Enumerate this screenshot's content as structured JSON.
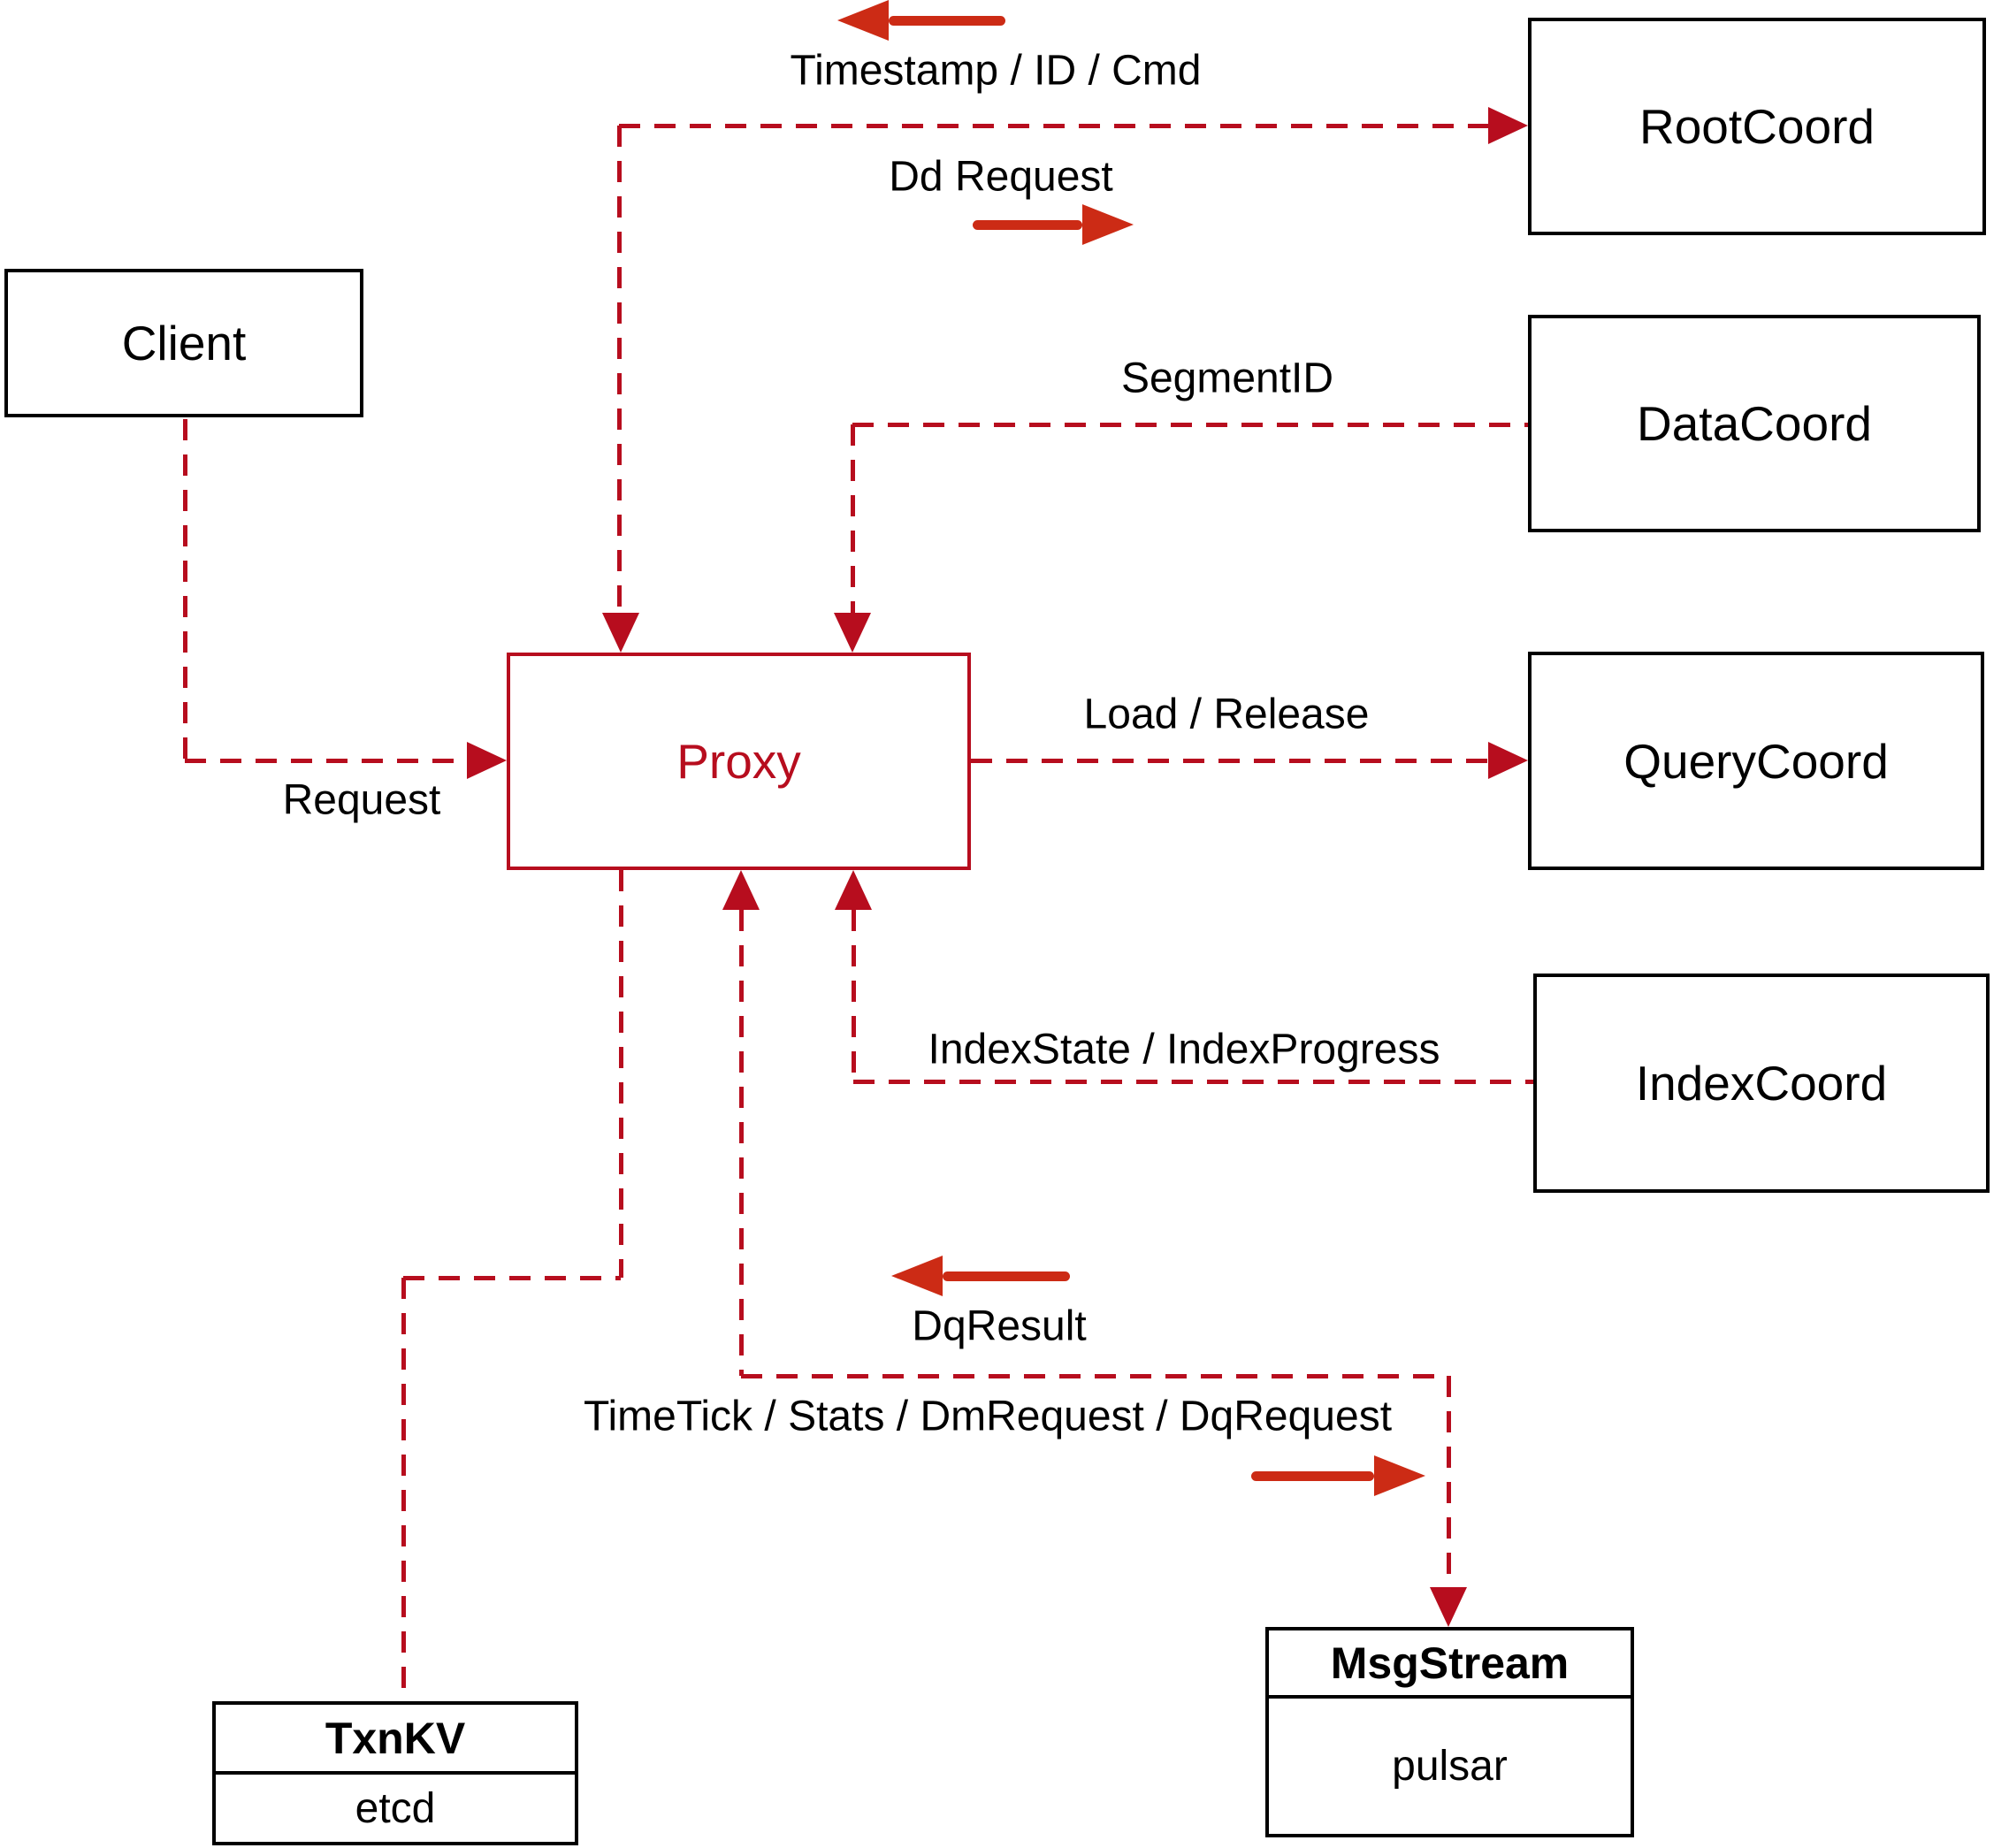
{
  "palette": {
    "crimson": "#b70d1e",
    "arrow_red": "#cc2b15",
    "black": "#000000",
    "background": "#ffffff"
  },
  "nodes": {
    "client": {
      "label": "Client"
    },
    "rootcoord": {
      "label": "RootCoord"
    },
    "datacoord": {
      "label": "DataCoord"
    },
    "querycoord": {
      "label": "QueryCoord"
    },
    "indexcoord": {
      "label": "IndexCoord"
    },
    "proxy": {
      "label": "Proxy"
    },
    "txnkv": {
      "title": "TxnKV",
      "subtitle": "etcd"
    },
    "msgstream": {
      "title": "MsgStream",
      "subtitle": "pulsar"
    }
  },
  "edge_labels": {
    "timestamp": "Timestamp / ID / Cmd",
    "dd_request": "Dd Request",
    "segment_id": "SegmentID",
    "request": "Request",
    "load_release": "Load / Release",
    "index_state": "IndexState / IndexProgress",
    "dq_result": "DqResult",
    "timetick": "TimeTick / Stats / DmRequest / DqRequest"
  }
}
